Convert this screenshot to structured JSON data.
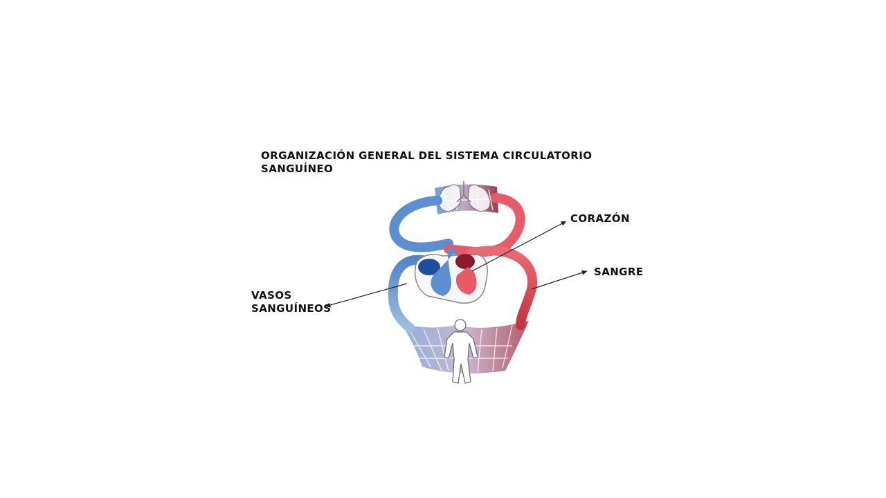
{
  "title": {
    "line1": "ORGANIZACIÓN GENERAL DEL SISTEMA CIRCULATORIO",
    "line2": "SANGUÍNEO"
  },
  "labels": {
    "heart": "CORAZÓN",
    "blood": "SANGRE",
    "vessels_line1": "VASOS",
    "vessels_line2": "SANGUÍNEOS"
  },
  "colors": {
    "venous_blue": "#5b8fd0",
    "arterial_red": "#e85a66",
    "dark_red": "#8b1a2b",
    "dark_blue": "#1f4f9a",
    "outline": "#888888",
    "text": "#111111"
  }
}
